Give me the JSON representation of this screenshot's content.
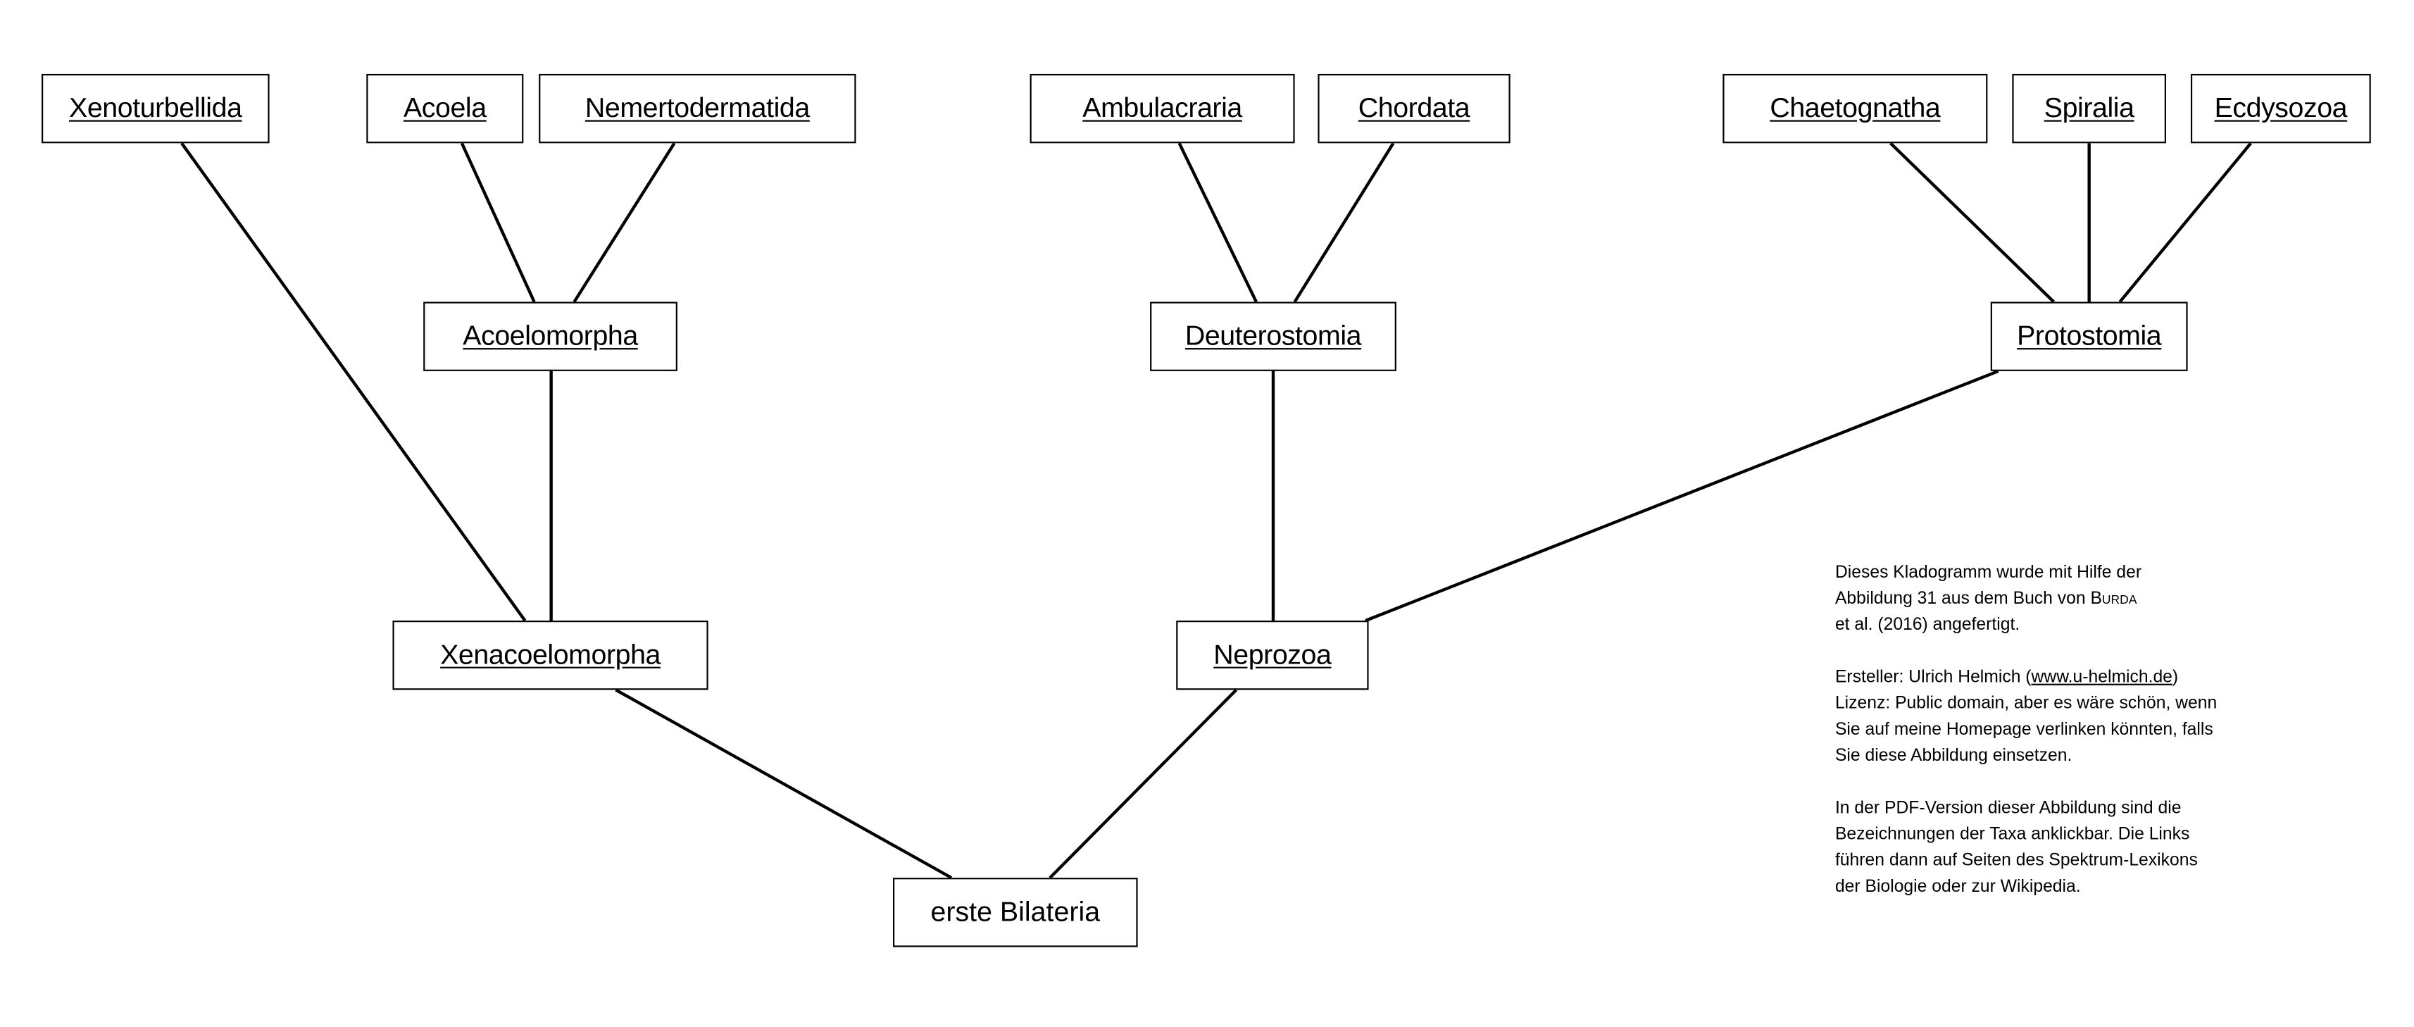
{
  "taxa": {
    "xenoturbellida": "Xenoturbellida",
    "acoela": "Acoela",
    "nemertodermatida": "Nemertodermatida",
    "ambulacraria": "Ambulacraria",
    "chordata": "Chordata",
    "chaetognatha": "Chaetognatha",
    "spiralia": "Spiralia",
    "ecdysozoa": "Ecdysozoa",
    "acoelomorpha": "Acoelomorpha",
    "deuterostomia": "Deuterostomia",
    "protostomia": "Protostomia",
    "xenacoelomorpha": "Xenacoelomorpha",
    "neprozoa": "Neprozoa",
    "root": "erste Bilateria"
  },
  "tree": [
    [
      "Xenoturbellida",
      "Xenacoelomorpha"
    ],
    [
      "Acoela",
      "Acoelomorpha"
    ],
    [
      "Nemertodermatida",
      "Acoelomorpha"
    ],
    [
      "Acoelomorpha",
      "Xenacoelomorpha"
    ],
    [
      "Ambulacraria",
      "Deuterostomia"
    ],
    [
      "Chordata",
      "Deuterostomia"
    ],
    [
      "Deuterostomia",
      "Neprozoa"
    ],
    [
      "Chaetognatha",
      "Protostomia"
    ],
    [
      "Spiralia",
      "Protostomia"
    ],
    [
      "Ecdysozoa",
      "Protostomia"
    ],
    [
      "Protostomia",
      "Neprozoa"
    ],
    [
      "Xenacoelomorpha",
      "erste Bilateria"
    ],
    [
      "Neprozoa",
      "erste Bilateria"
    ]
  ],
  "note": {
    "p1": {
      "line1": "Dieses Kladogramm wurde mit Hilfe der",
      "line2_pre": "Abbildung 31 aus dem Buch von ",
      "line2_author": "Burda",
      "line3": "et al. (2016) angefertigt."
    },
    "p2": {
      "line1_pre": "Ersteller: Ulrich Helmich (",
      "line1_link": "www.u-helmich.de",
      "line1_post": ")",
      "line2": "Lizenz: Public domain, aber es wäre schön, wenn",
      "line3": "Sie auf meine Homepage verlinken könnten, falls",
      "line4": "Sie diese Abbildung einsetzen."
    },
    "p3": {
      "line1": "In der PDF-Version dieser Abbildung sind die",
      "line2": "Bezeichnungen der Taxa anklickbar. Die Links",
      "line3": "führen dann auf Seiten des Spektrum-Lexikons",
      "line4": "der Biologie oder zur Wikipedia."
    }
  }
}
